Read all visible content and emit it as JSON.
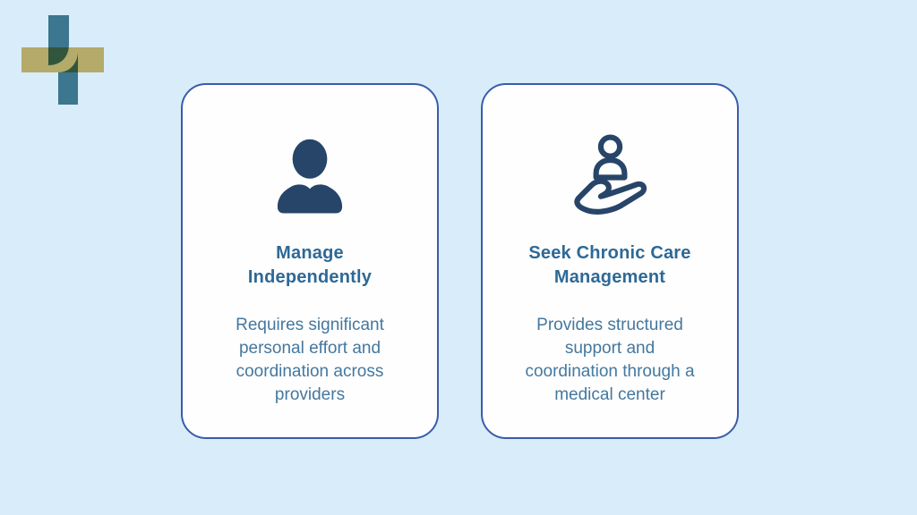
{
  "slide": {
    "background_color": "#d8edf9",
    "card_border_color": "#3a5caa",
    "card_background_color": "#fefefe",
    "title_color": "#2d6996",
    "description_color": "#44789f",
    "icon_color": "#274569"
  },
  "logo": {
    "name": "medical-cross-logo",
    "teal_color": "#38758b",
    "gold_color": "#d4b566"
  },
  "cards": [
    {
      "icon": "person-icon",
      "title": "Manage\nIndependently",
      "description": "Requires significant\npersonal effort and\ncoordination across\nproviders"
    },
    {
      "icon": "care-hand-icon",
      "title": "Seek Chronic Care\nManagement",
      "description": "Provides structured\nsupport and\ncoordination through a\nmedical center"
    }
  ]
}
